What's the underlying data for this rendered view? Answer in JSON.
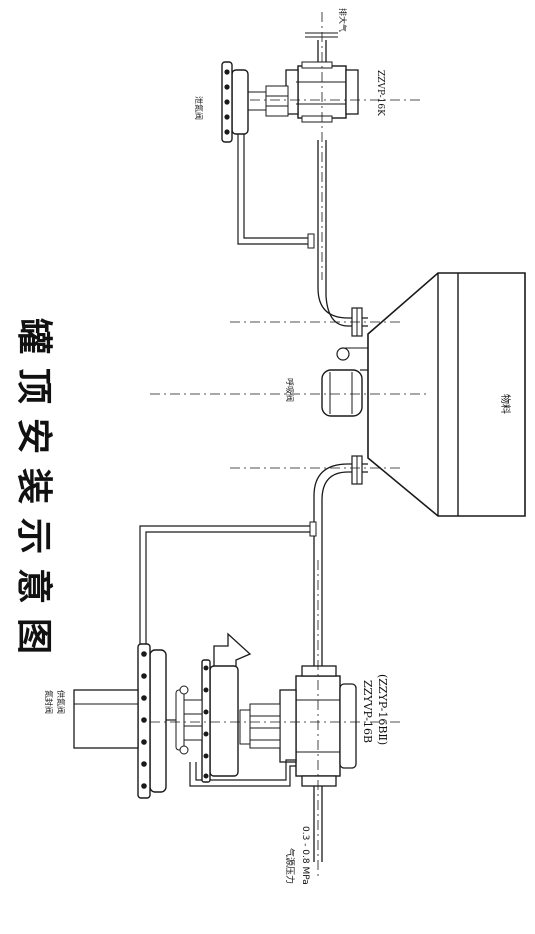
{
  "title": "罐顶安装示意图",
  "labels": {
    "vent": "排大气",
    "relief_valve": "泄氮阀",
    "relief_model": "ZZVP-16K",
    "breather_valve": "呼吸阀",
    "material": "物料",
    "seal_valve_line1": "氮封阀",
    "seal_valve_line2": "供氮阀",
    "supply_model_line1": "ZZYVP-16B",
    "supply_model_line2": "(ZZYP-16BⅡ)",
    "air_source_line1": "气源压力",
    "air_source_line2": "0.3 - 0.8 MPa"
  }
}
